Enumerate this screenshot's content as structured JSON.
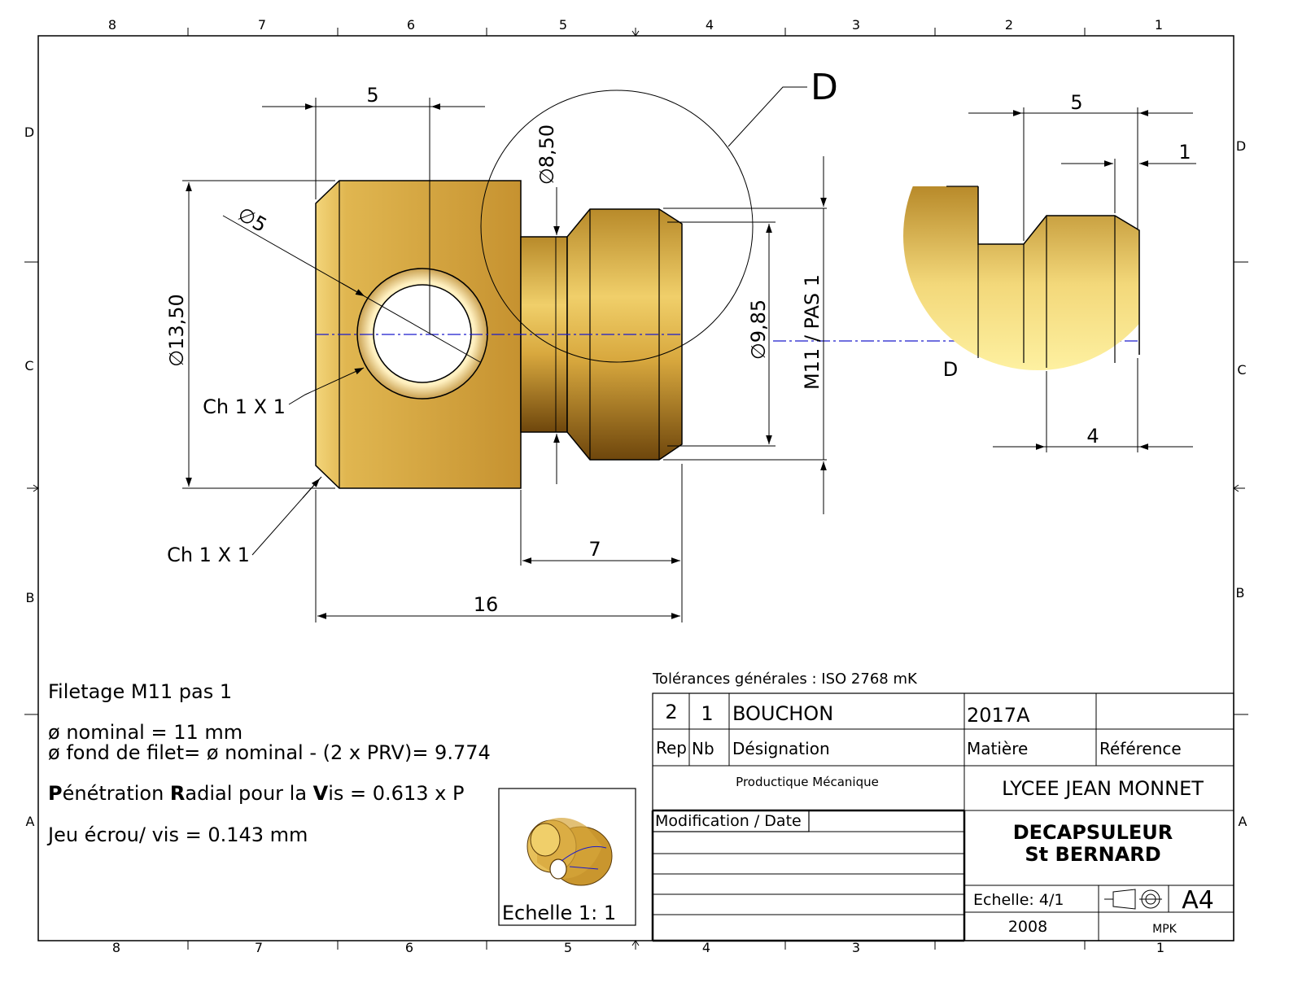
{
  "border": {
    "columns": [
      "8",
      "7",
      "6",
      "5",
      "4",
      "3",
      "2",
      "1"
    ],
    "rows": [
      "D",
      "C",
      "B",
      "A"
    ]
  },
  "views": {
    "detail_label": "D",
    "detail_view_label": "D"
  },
  "dimensions": {
    "main_top_5": "5",
    "dia_5": "∅5",
    "dia_8_50": "∅8,50",
    "dia_13_50": "∅13,50",
    "dia_9_85": "∅9,85",
    "thread": "M11 / PAS 1",
    "chamfer_1": "Ch 1 X 1",
    "chamfer_2": "Ch 1 X 1",
    "len_7": "7",
    "len_16": "16",
    "detail_5": "5",
    "detail_1": "1",
    "detail_4": "4"
  },
  "notes": {
    "line1": "Filetage M11 pas 1",
    "line2": "ø nominal = 11 mm",
    "line3": "ø fond de filet= ø nominal - (2 x PRV)= 9.774",
    "line4_p": "P",
    "line4_a": "énétration ",
    "line4_r": "R",
    "line4_b": "adial pour la ",
    "line4_v": "V",
    "line4_c": "is = 0.613 x P",
    "line5": "Jeu écrou/ vis  = 0.143 mm"
  },
  "iso_view": {
    "scale_label": "Echelle 1: 1"
  },
  "title_block": {
    "tolerances": "Tolérances générales : ISO 2768 mK",
    "rep": "2",
    "nb": "1",
    "designation": "BOUCHON",
    "matiere": "2017A",
    "reference": "",
    "rep_header": "Rep",
    "nb_header": "Nb",
    "designation_header": "Désignation",
    "matiere_header": "Matière",
    "reference_header": "Référence",
    "department": "Productique Mécanique",
    "school": "LYCEE JEAN MONNET",
    "modification_header": "Modification / Date",
    "title_line1": "DECAPSULEUR",
    "title_line2": "St BERNARD",
    "scale": "Echelle: 4/1",
    "format": "A4",
    "year": "2008",
    "author": "MPK"
  },
  "colors": {
    "brass_light": "#fff09a",
    "brass_mid": "#d4a840",
    "brass_dark": "#7a5010",
    "centerline": "#1a1acc"
  }
}
